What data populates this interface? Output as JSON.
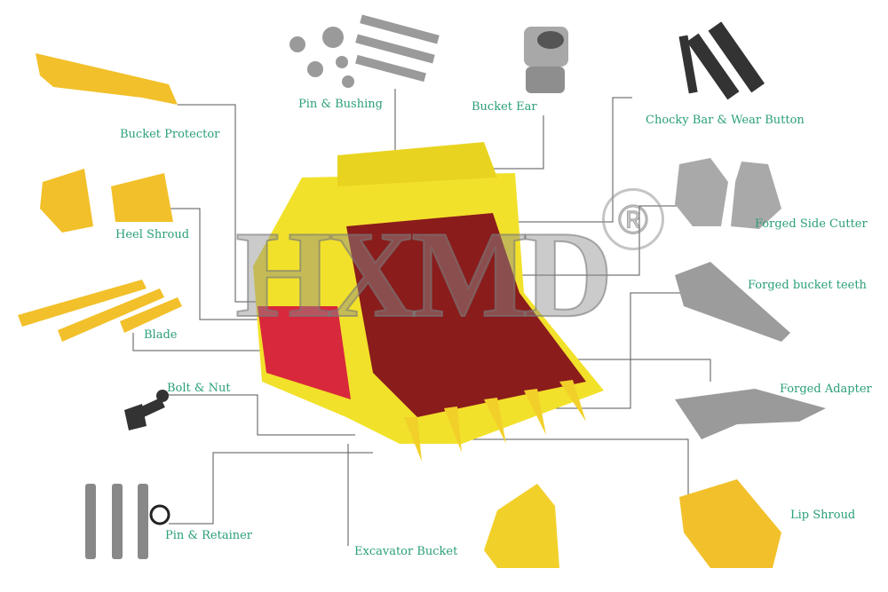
{
  "watermark": {
    "text": "HXMD",
    "mark": "®"
  },
  "labels": {
    "bucket_protector": "Bucket Protector",
    "pin_bushing": "Pin & Bushing",
    "bucket_ear": "Bucket Ear",
    "chocky_bar": "Chocky Bar & Wear Button",
    "heel_shroud": "Heel Shroud",
    "side_cutter": "Forged Side Cutter",
    "bucket_teeth": "Forged bucket teeth",
    "blade": "Blade",
    "bolt_nut": "Bolt & Nut",
    "adapter": "Forged Adapter",
    "pin_retainer": "Pin & Retainer",
    "excavator_bucket": "Excavator Bucket",
    "lip_shroud": "Lip Shroud"
  },
  "colors": {
    "label": "#2a9f78",
    "bucket": "#f2e12a",
    "bucket_inner": "#8a1c1c",
    "wear_parts": "#d8283c",
    "steel": "#9a9a9a",
    "parts_yellow": "#f2c02a"
  }
}
